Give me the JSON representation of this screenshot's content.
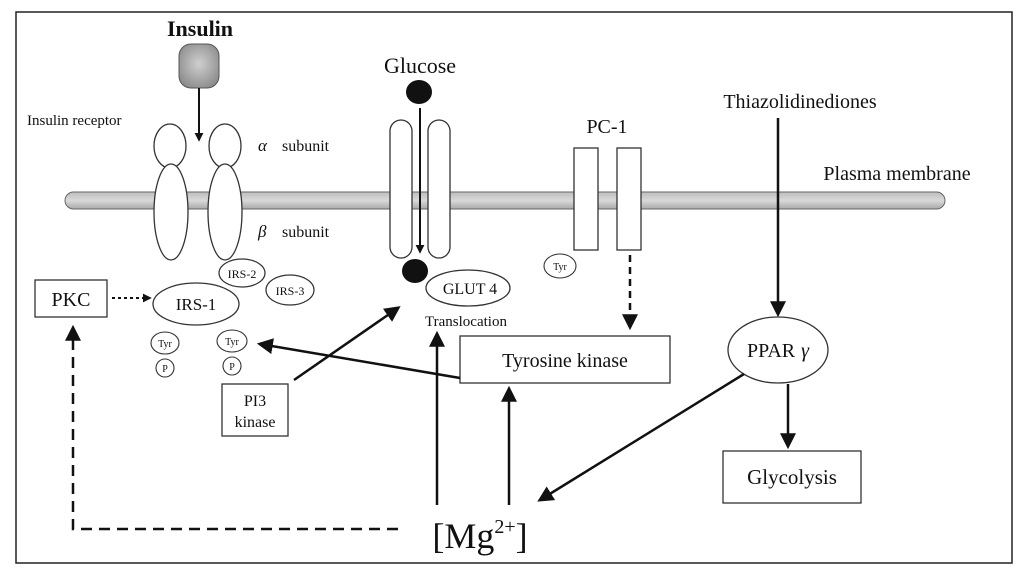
{
  "labels": {
    "insulin": "Insulin",
    "insulin_receptor": "Insulin receptor",
    "alpha_symbol": "α",
    "alpha_subunit": "subunit",
    "beta_symbol": "β",
    "beta_subunit": "subunit",
    "glucose": "Glucose",
    "pc1": "PC-1",
    "thiazolidinediones": "Thiazolidinediones",
    "plasma_membrane": "Plasma membrane",
    "pkc": "PKC",
    "irs1": "IRS-1",
    "irs2": "IRS-2",
    "irs3": "IRS-3",
    "tyr": "Tyr",
    "p": "P",
    "pi3_line1": "PI3",
    "pi3_line2": "kinase",
    "glut4": "GLUT 4",
    "translocation": "Translocation",
    "tyrosine_kinase": "Tyrosine kinase",
    "ppar": "PPAR",
    "gamma": "γ",
    "glycolysis": "Glycolysis",
    "mg": "[Mg",
    "mg_sup": "2+",
    "mg_close": "]"
  }
}
